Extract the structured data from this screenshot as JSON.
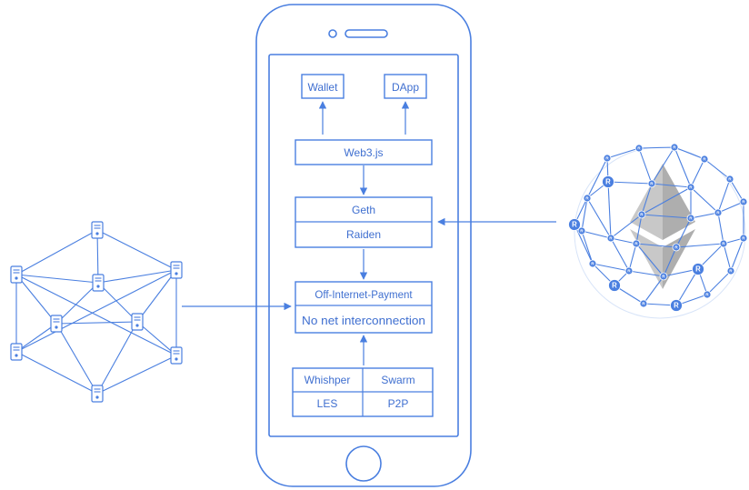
{
  "phone": {
    "boxes": {
      "wallet": "Wallet",
      "dapp": "DApp",
      "web3": "Web3.js",
      "geth": "Geth",
      "raiden": "Raiden",
      "off_internet": "Off-Internet-Payment",
      "no_net": "No net interconnection",
      "whishper": "Whishper",
      "swarm": "Swarm",
      "les": "LES",
      "p2p": "P2P"
    }
  },
  "colors": {
    "accent": "#4a7fe0",
    "ethereum_logo": "#9a9a9a"
  },
  "right_network": {
    "node_label": "R"
  },
  "icons": {
    "left_network": "server-node-icon",
    "right_network": "r-node-icon",
    "logo": "ethereum-logo"
  }
}
